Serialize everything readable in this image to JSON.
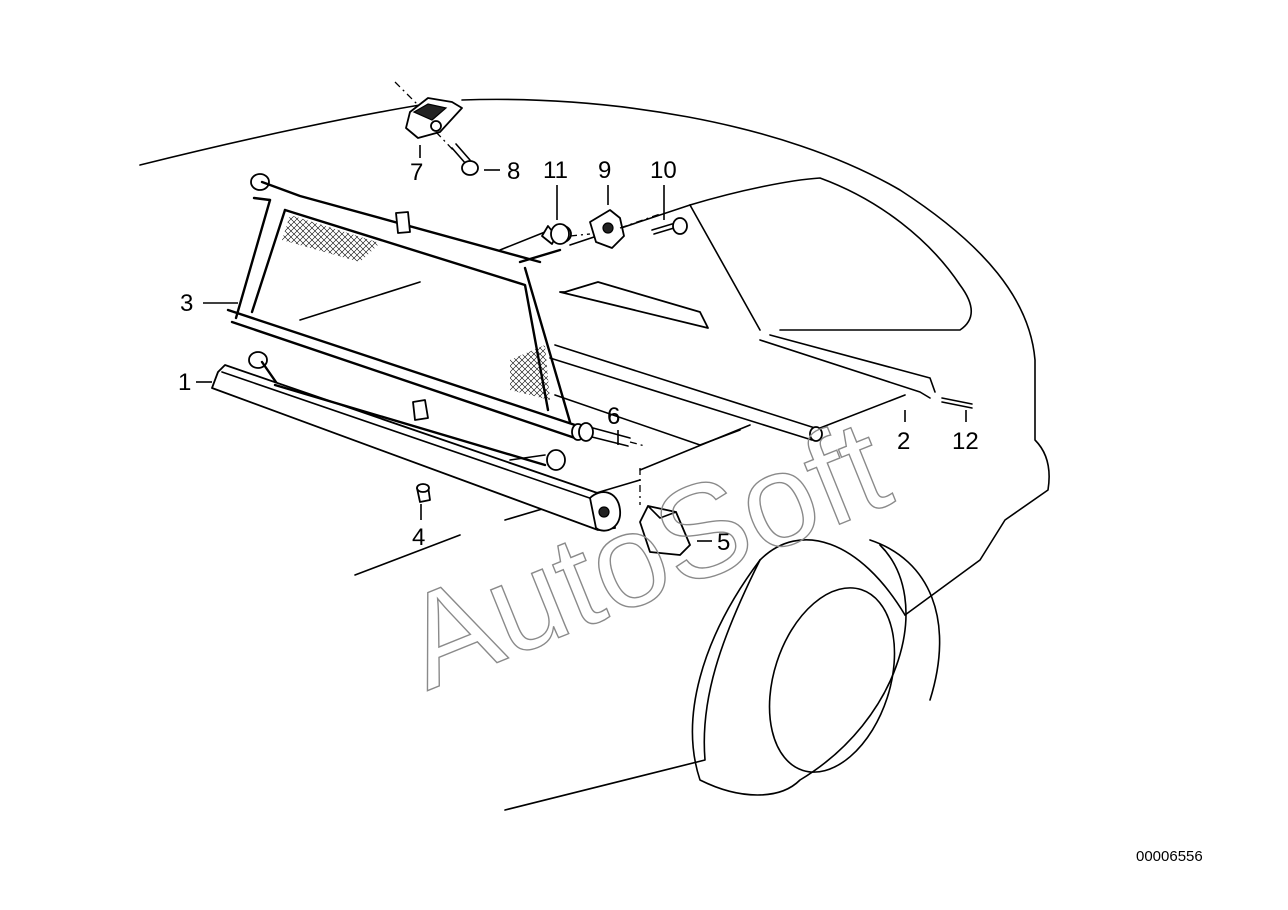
{
  "callouts": {
    "c1": "1",
    "c2": "2",
    "c3": "3",
    "c4": "4",
    "c5": "5",
    "c6": "6",
    "c7": "7",
    "c8": "8",
    "c9": "9",
    "c10": "10",
    "c11": "11",
    "c12": "12"
  },
  "diagram_code": "00006556",
  "watermark": "AutoSoft"
}
